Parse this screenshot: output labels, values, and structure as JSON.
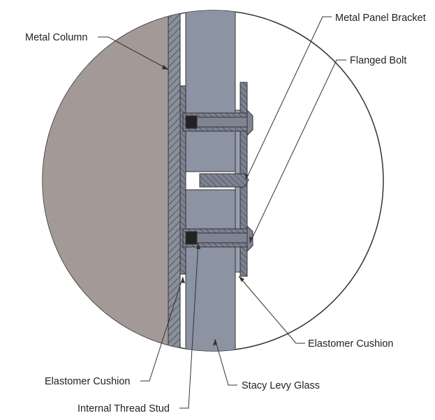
{
  "labels": {
    "metal_column": "Metal Column",
    "metal_panel_bracket": "Metal Panel Bracket",
    "flanged_bolt": "Flanged Bolt",
    "elastomer_cushion_right": "Elastomer Cushion",
    "stacy_levy_glass": "Stacy Levy Glass",
    "elastomer_cushion_left": "Elastomer Cushion",
    "internal_thread_stud": "Internal Thread Stud"
  },
  "colors": {
    "column_fill": "#a39a97",
    "glass_fill": "#8c93a3",
    "metal_fill": "#7f8494",
    "outline": "#333333",
    "leader": "#333333"
  }
}
